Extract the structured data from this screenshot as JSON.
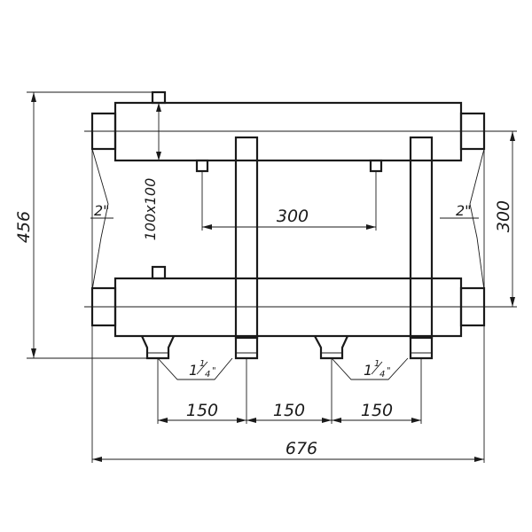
{
  "drawing": {
    "dimensions": {
      "overall_height": "456",
      "chamber_section": "100x100",
      "inner_spacing": "300",
      "vertical_spacing": "300",
      "spacing_1": "150",
      "spacing_2": "150",
      "spacing_3": "150",
      "overall_width": "676"
    },
    "threads": {
      "side_left_label": "2\"",
      "side_right_label": "2\"",
      "bottom_left_whole": "1",
      "bottom_left_num": "1",
      "bottom_left_den": "4",
      "bottom_right_whole": "1",
      "bottom_right_num": "1",
      "bottom_right_den": "4"
    }
  }
}
